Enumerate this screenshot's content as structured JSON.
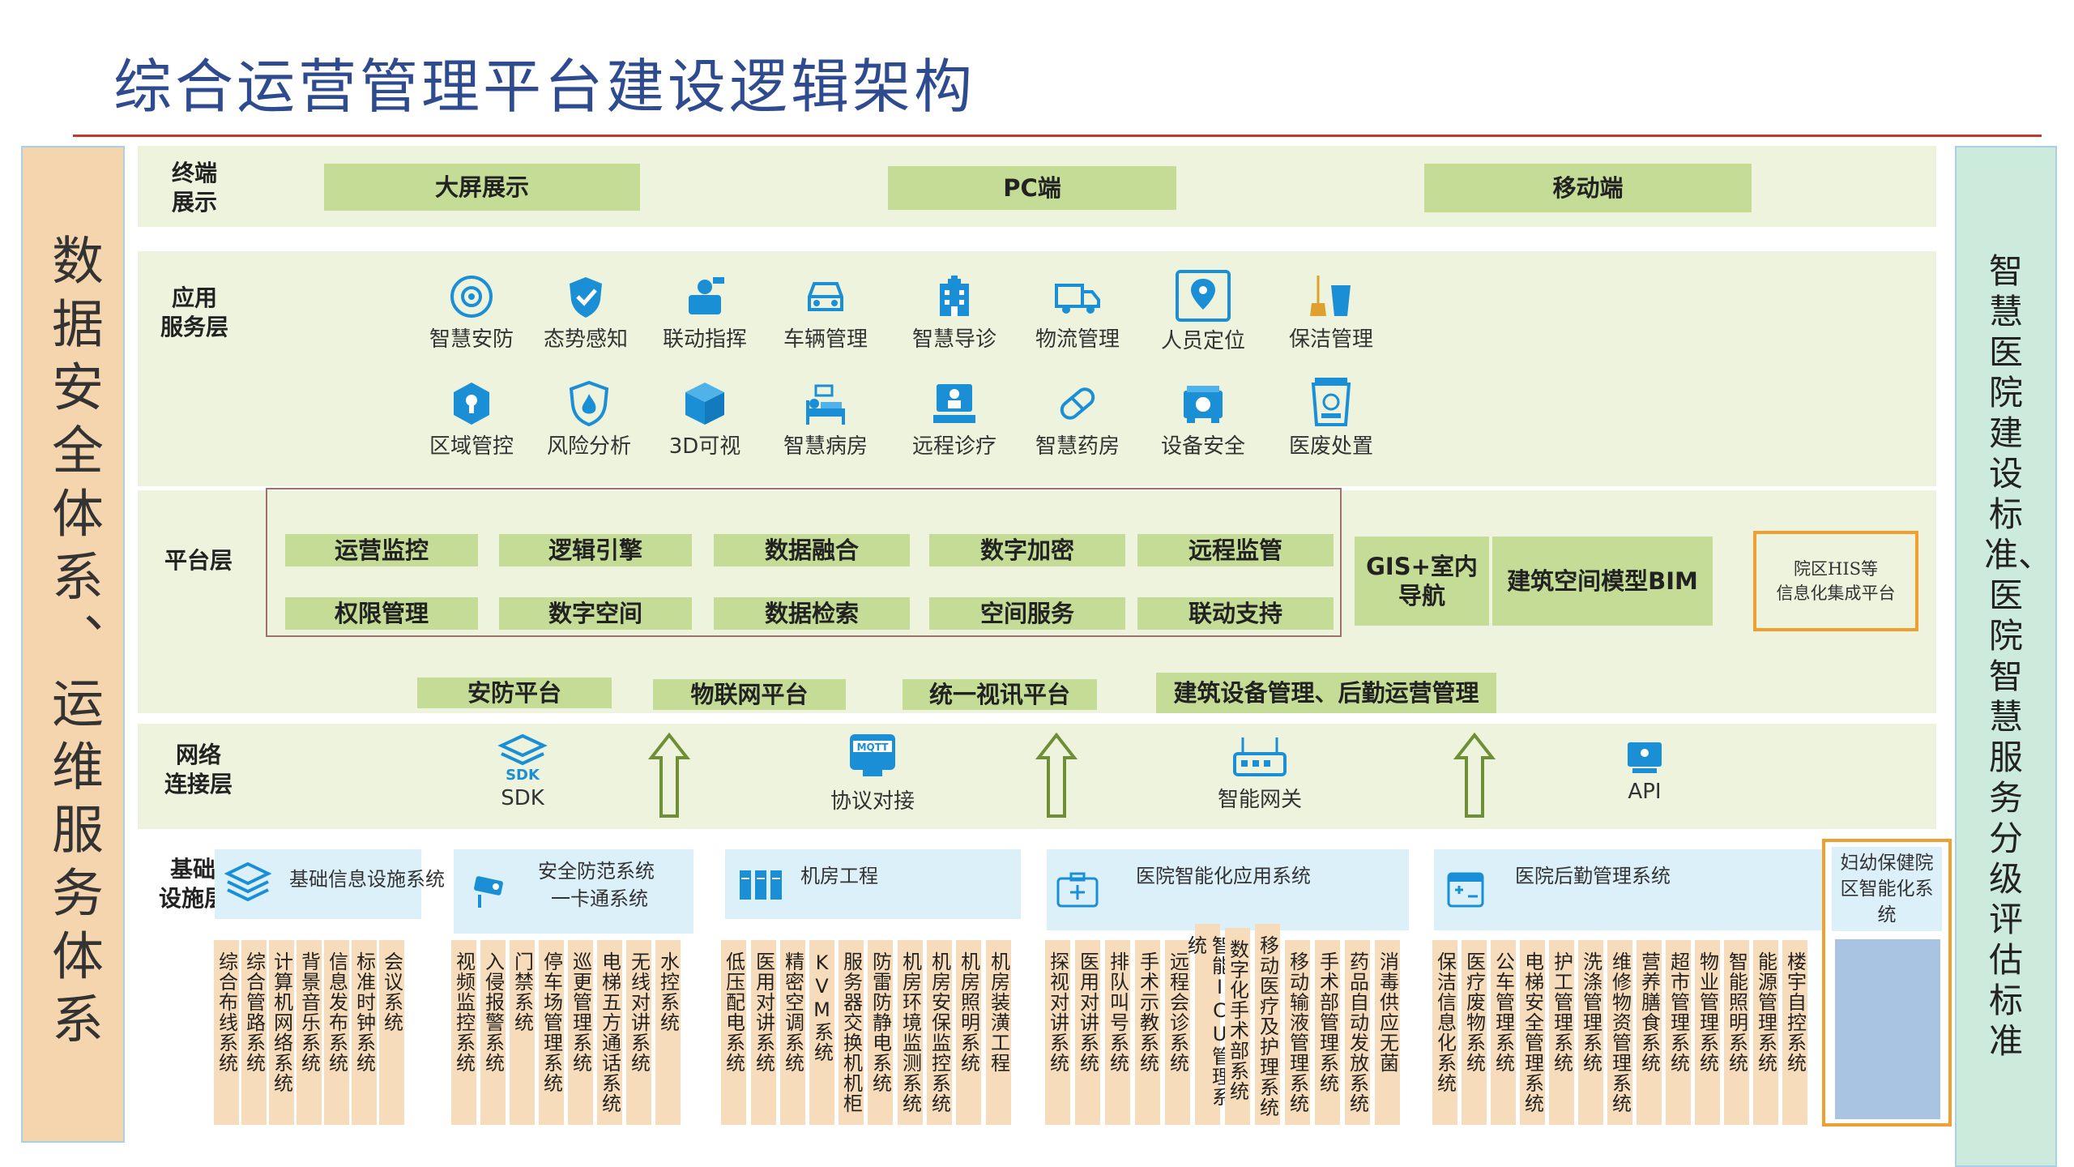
{
  "title": "综合运营管理平台建设逻辑架构",
  "left_panel": "数据安全体系、运维服务体系",
  "right_panel": "智慧医院建设标准、医院智慧服务分级评估标准",
  "terminal": {
    "label_line1": "终端",
    "label_line2": "展示",
    "items": [
      "大屏展示",
      "PC端",
      "移动端"
    ]
  },
  "app_layer": {
    "label_line1": "应用",
    "label_line2": "服务层",
    "row1": [
      {
        "label": "智慧安防",
        "icon": "security-camera-icon"
      },
      {
        "label": "态势感知",
        "icon": "shield-icon"
      },
      {
        "label": "联动指挥",
        "icon": "command-icon"
      },
      {
        "label": "车辆管理",
        "icon": "car-icon"
      },
      {
        "label": "智慧导诊",
        "icon": "hospital-icon"
      },
      {
        "label": "物流管理",
        "icon": "truck-icon"
      },
      {
        "label": "人员定位",
        "icon": "location-icon"
      },
      {
        "label": "保洁管理",
        "icon": "cleaning-icon"
      }
    ],
    "row2": [
      {
        "label": "区域管控",
        "icon": "area-icon"
      },
      {
        "label": "风险分析",
        "icon": "fire-shield-icon"
      },
      {
        "label": "3D可视",
        "icon": "cube-icon"
      },
      {
        "label": "智慧病房",
        "icon": "bed-icon"
      },
      {
        "label": "远程诊疗",
        "icon": "doctor-icon"
      },
      {
        "label": "智慧药房",
        "icon": "pill-icon"
      },
      {
        "label": "设备安全",
        "icon": "machine-icon"
      },
      {
        "label": "医废处置",
        "icon": "medical-waste-icon"
      }
    ]
  },
  "platform_layer": {
    "label": "平台层",
    "grid_row1": [
      "运营监控",
      "逻辑引擎",
      "数据融合",
      "数字加密",
      "远程监管"
    ],
    "grid_row2": [
      "权限管理",
      "数字空间",
      "数据检索",
      "空间服务",
      "联动支持"
    ],
    "gis_line1": "GIS+室内",
    "gis_line2": "导航",
    "bim": "建筑空间模型BIM",
    "his_line1": "院区HIS等",
    "his_line2": "信息化集成平台",
    "sub_platforms": [
      "安防平台",
      "物联网平台",
      "统一视讯平台",
      "建筑设备管理、后勤运营管理"
    ]
  },
  "network_layer": {
    "label_line1": "网络",
    "label_line2": "连接层",
    "items": [
      {
        "label": "SDK",
        "icon_text": "SDK"
      },
      {
        "label": "协议对接",
        "icon_text": "MQTT"
      },
      {
        "label": "智能网关",
        "icon_text": ""
      },
      {
        "label": "API",
        "icon_text": ""
      }
    ]
  },
  "infra_layer": {
    "label_line1": "基础",
    "label_line2": "设施层",
    "categories": [
      {
        "name": "基础信息设施系统",
        "items": [
          "综合布线系统",
          "综合管路系统",
          "计算机网络系统",
          "背景音乐系统",
          "信息发布系统",
          "标准时钟系统",
          "会议系统"
        ]
      },
      {
        "name_line1": "安全防范系统",
        "name_line2": "一卡通系统",
        "items": [
          "视频监控系统",
          "入侵报警系统",
          "门禁系统",
          "停车场管理系统",
          "巡更管理系统",
          "电梯五方通话系统",
          "无线对讲系统",
          "水控系统"
        ]
      },
      {
        "name": "机房工程",
        "items": [
          "低压配电系统",
          "医用对讲系统",
          "精密空调系统",
          "KVM系统",
          "服务器交换机机柜",
          "防雷防静电系统",
          "机房环境监测系统",
          "机房安保监控系统",
          "机房照明系统",
          "机房装潢工程"
        ]
      },
      {
        "name": "医院智能化应用系统",
        "items": [
          "探视对讲系统",
          "医用对讲系统",
          "排队叫号系统",
          "手术示教系统",
          "远程会诊系统",
          "智能ICU管理系统",
          "数字化手术部系统",
          "移动医疗及护理系统",
          "移动输液管理系统",
          "手术部管理系统",
          "药品自动发放系统",
          "消毒供应无菌"
        ]
      },
      {
        "name": "医院后勤管理系统",
        "items": [
          "保洁信息化系统",
          "医疗废物系统",
          "公车管理系统",
          "电梯安全管理系统",
          "护工管理系统",
          "洗涤管理系统",
          "维修物资管理系统",
          "营养膳食系统",
          "超市管理系统",
          "物业管理系统",
          "智能照明系统",
          "能源管理系统",
          "楼宇自控系统"
        ]
      },
      {
        "name_line1": "妇幼保健院",
        "name_line2": "区智能化系",
        "name_line3": "统"
      }
    ]
  },
  "colors": {
    "title": "#2e4b8f",
    "rule": "#c0392b",
    "green_box": "#c4dc95",
    "band": "#edf3dc",
    "left_panel": "#f5d5ad",
    "right_panel": "#cdebdd",
    "category_bg": "#dcf0fa",
    "item_bg": "#f6dcba",
    "accent_blue": "#1b8fd6",
    "orange_border": "#f0a030",
    "arrow_green": "#6e8f35"
  }
}
